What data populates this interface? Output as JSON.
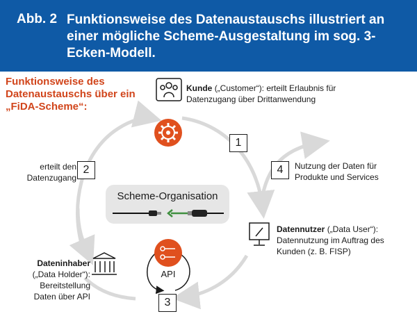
{
  "header": {
    "label": "Abb. 2",
    "title": "Funktionsweise des Datenaustauschs illustriert an einer mögliche Scheme-Ausgestaltung im sog. 3-Ecken-Modell."
  },
  "scheme_title": "Funktionsweise des Datenaustauschs über ein „FiDA-Scheme“:",
  "kunde": {
    "name": "Kunde",
    "role": "(„Customer“): erteilt Erlaubnis für",
    "line2": "Datenzugang über Drittanwendung"
  },
  "step_numbers": [
    "1",
    "2",
    "3",
    "4"
  ],
  "step2": {
    "line1": "erteilt den",
    "line2": "Datenzugang"
  },
  "step4": {
    "line1": "Nutzung der Daten für",
    "line2": "Produkte und Services"
  },
  "data_user": {
    "name": "Datennutzer",
    "role": "(„Data User“):",
    "line2": "Datennutzung im Auftrag des",
    "line3": "Kunden (z. B. FISP)"
  },
  "data_holder": {
    "name": "Dateninhaber",
    "line1": "(„Data Holder“):",
    "line2": "Bereitstellung",
    "line3": "Daten über API"
  },
  "scheme_org": "Scheme-Organisation",
  "api_label": "API",
  "colors": {
    "header_bg": "#0f5aa6",
    "accent": "#e0501e",
    "title_red": "#d1451b",
    "cycle_gray": "#d9d9d9",
    "arrow_green": "#3f8f3f"
  }
}
